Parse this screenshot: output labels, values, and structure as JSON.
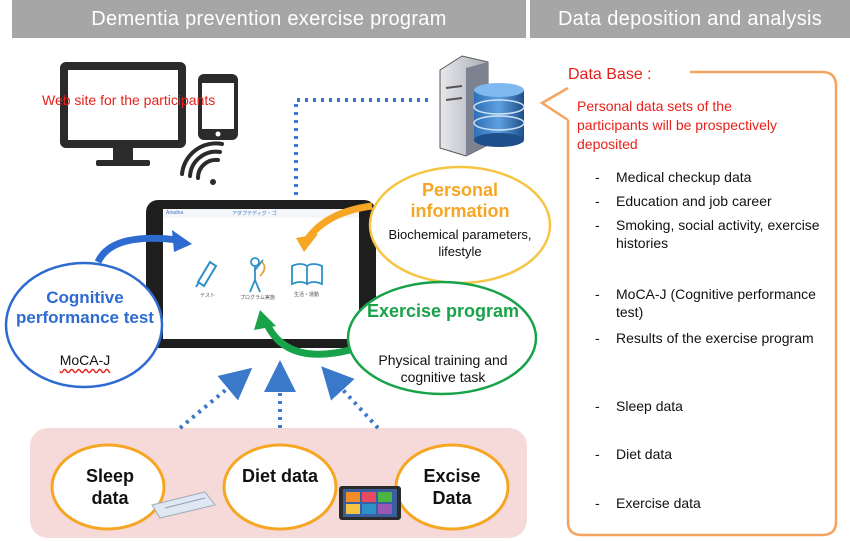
{
  "headers": {
    "left": "Dementia prevention exercise program",
    "right": "Data deposition and analysis"
  },
  "web_site_label": "Web site for the participants",
  "tablet": {
    "header_left": "Ariadna",
    "header_title": "アダプテディグ・ゴ",
    "apps": [
      "テスト",
      "プログラム実施",
      "生活・運動"
    ]
  },
  "personal_info": {
    "title": "Personal information",
    "description": "Biochemical parameters, lifestyle"
  },
  "cognitive": {
    "title": "Cognitive performance test",
    "test_name": "MoCA-J"
  },
  "exercise_program": {
    "title": "Exercise program",
    "description": "Physical training and cognitive task"
  },
  "data_sources": {
    "sleep": "Sleep data",
    "diet": "Diet data",
    "excise": "Excise Data"
  },
  "database": {
    "title": "Data Base :",
    "subtitle": "Personal data sets of the participants will be prospectively deposited",
    "items": [
      "Medical checkup data",
      "Education and job career",
      "Smoking, social activity, exercise histories",
      "MoCA-J (Cognitive performance test)",
      "Results of the exercise program",
      "Sleep data",
      "Diet data",
      "Exercise data"
    ]
  },
  "colors": {
    "header_bg": "#a6a6a6",
    "red_text": "#e8201a",
    "orange": "#f6a623",
    "blue": "#2e6bd1",
    "green": "#18a34a",
    "database_border": "#f4a460",
    "data_panel_bg": "#f6dada",
    "dotted_arrow": "#3a78c9"
  }
}
